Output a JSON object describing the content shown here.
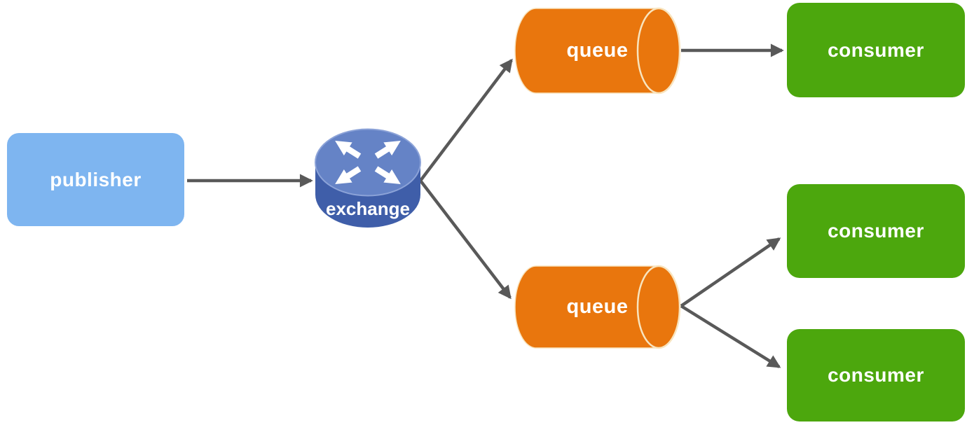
{
  "diagram": {
    "type": "message-broker-topology",
    "nodes": {
      "publisher": {
        "label": "publisher",
        "shape": "rounded-rect",
        "color": "#7EB5F0"
      },
      "exchange": {
        "label": "exchange",
        "shape": "router-cylinder",
        "icon": "router-arrows-icon",
        "top_color": "#6583C6",
        "side_color": "#3F5EA9"
      },
      "queue1": {
        "label": "queue",
        "shape": "horizontal-cylinder",
        "color": "#E9760D"
      },
      "queue2": {
        "label": "queue",
        "shape": "horizontal-cylinder",
        "color": "#E9760D"
      },
      "consumer1": {
        "label": "consumer",
        "shape": "rounded-rect",
        "color": "#4CA70D"
      },
      "consumer2": {
        "label": "consumer",
        "shape": "rounded-rect",
        "color": "#4CA70D"
      },
      "consumer3": {
        "label": "consumer",
        "shape": "rounded-rect",
        "color": "#4CA70D"
      }
    },
    "edges": [
      {
        "from": "publisher",
        "to": "exchange"
      },
      {
        "from": "exchange",
        "to": "queue1"
      },
      {
        "from": "exchange",
        "to": "queue2"
      },
      {
        "from": "queue1",
        "to": "consumer1"
      },
      {
        "from": "queue2",
        "to": "consumer2"
      },
      {
        "from": "queue2",
        "to": "consumer3"
      }
    ],
    "colors": {
      "arrow": "#595959",
      "background": "#FFFFFF",
      "queue_rim_stroke": "#F8E4BE",
      "label_text": "#FFFFFF"
    }
  }
}
